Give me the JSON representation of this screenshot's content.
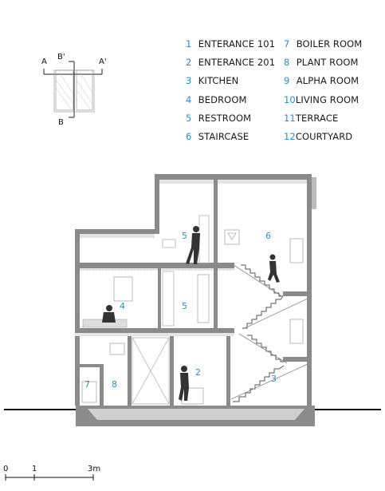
{
  "legend": [
    {
      "num": "1",
      "label": "ENTERANCE 101"
    },
    {
      "num": "2",
      "label": "ENTERANCE 201"
    },
    {
      "num": "3",
      "label": "KITCHEN"
    },
    {
      "num": "4",
      "label": "BEDROOM"
    },
    {
      "num": "5",
      "label": "RESTROOM"
    },
    {
      "num": "6",
      "label": "STAIRCASE"
    },
    {
      "num": "7",
      "label": "BOILER ROOM"
    },
    {
      "num": "8",
      "label": "PLANT ROOM"
    },
    {
      "num": "9",
      "label": "ALPHA ROOM"
    },
    {
      "num": "10",
      "label": "LIVING ROOM"
    },
    {
      "num": "11",
      "label": "TERRACE"
    },
    {
      "num": "12",
      "label": "COURTYARD"
    }
  ],
  "keymap": {
    "a": "A",
    "b_prime": "B'",
    "a_prime": "A'",
    "b": "B"
  },
  "section_labels": {
    "r5_top": "5",
    "r6": "6",
    "r4": "4",
    "r5_mid": "5",
    "r7": "7",
    "r8": "8",
    "r2": "2",
    "r3": "3"
  },
  "scale": {
    "zero": "0",
    "one": "1",
    "three": "3m"
  },
  "colors": {
    "accent": "#2a8fc8",
    "wall": "#7a7a7a",
    "figure": "#333333"
  }
}
